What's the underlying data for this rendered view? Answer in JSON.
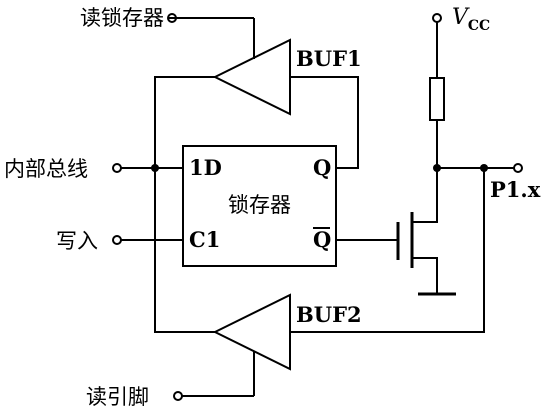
{
  "labels": {
    "read_latch": "读锁存器",
    "internal_bus": "内部总线",
    "write": "写入",
    "read_pin": "读引脚",
    "latch_name": "锁存器",
    "latch_d": "1D",
    "latch_c": "C1",
    "latch_q": "Q",
    "latch_qbar": "Q",
    "buf1": "BUF1",
    "buf2": "BUF2",
    "vcc_main": "V",
    "vcc_sub": "CC",
    "pin": "P1.x"
  },
  "colors": {
    "ink": "#000000",
    "background": "#ffffff"
  }
}
